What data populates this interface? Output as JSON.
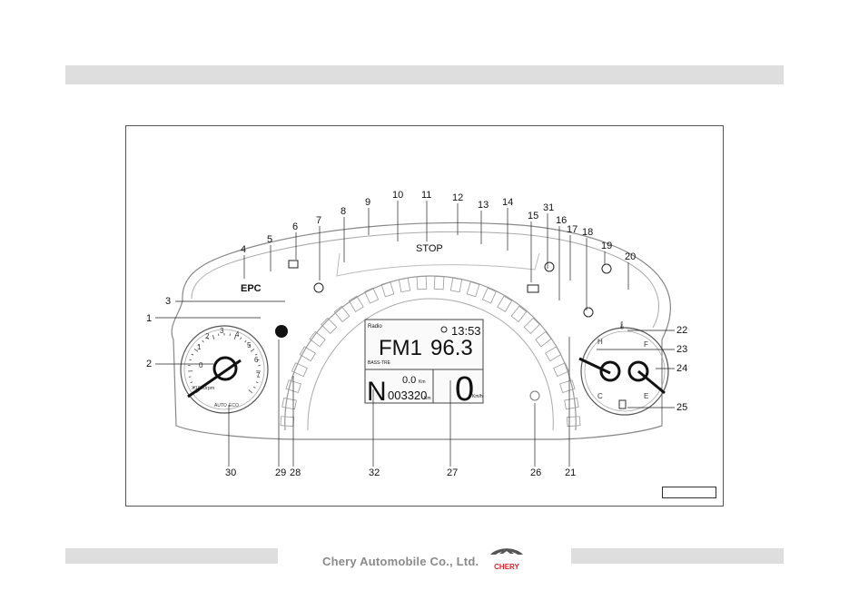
{
  "footer": {
    "company": "Chery Automobile Co., Ltd.",
    "brand": "CHERY",
    "brand_color": "#d8232a"
  },
  "lcd": {
    "radio": "Radio",
    "clock": "13:53",
    "band": "FM1",
    "frequency": "96.3",
    "bass_treble": "BASS-TRE",
    "gear": "N",
    "trip": "0.0",
    "trip_unit": "Km",
    "odometer": "003320",
    "odo_unit": "Km",
    "speed": "0",
    "speed_unit": "Km/h"
  },
  "tachometer": {
    "scale": [
      "0",
      "1",
      "2",
      "3",
      "4",
      "5",
      "6",
      "7"
    ],
    "unit": "X1000rpm",
    "auto": "AUTO",
    "eco": "ECO"
  },
  "gauges": {
    "temp_hot": "H",
    "temp_cold": "C",
    "fuel_full": "F",
    "fuel_empty": "E"
  },
  "indicators": {
    "epc": "EPC",
    "stop": "STOP"
  },
  "callouts": [
    "1",
    "2",
    "3",
    "4",
    "5",
    "6",
    "7",
    "8",
    "9",
    "10",
    "11",
    "12",
    "13",
    "14",
    "15",
    "16",
    "17",
    "18",
    "19",
    "20",
    "21",
    "22",
    "23",
    "24",
    "25",
    "26",
    "27",
    "28",
    "29",
    "30",
    "31",
    "32"
  ]
}
